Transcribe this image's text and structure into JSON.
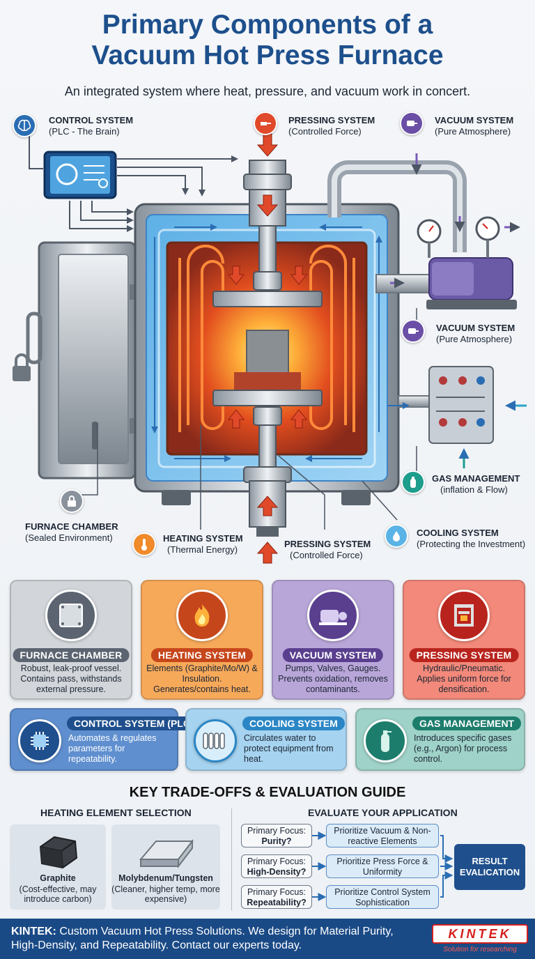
{
  "header": {
    "title_line1": "Primary Components of a",
    "title_line2": "Vacuum Hot Press Furnace",
    "subtitle": "An integrated system where heat, pressure, and vacuum work in concert."
  },
  "diagram_labels": {
    "control": {
      "title": "CONTROL SYSTEM",
      "sub": "(PLC - The Brain)"
    },
    "pressing_top": {
      "title": "PRESSING SYSTEM",
      "sub": "(Controlled Force)"
    },
    "vacuum_top": {
      "title": "VACUUM SYSTEM",
      "sub": "(Pure Atmosphere)"
    },
    "vacuum_mid": {
      "title": "VACUUM SYSTEM",
      "sub": "(Pure Atmosphere)"
    },
    "gas": {
      "title": "GAS MANAGEMENT",
      "sub": "(inflation & Flow)"
    },
    "cooling": {
      "title": "COOLING SYSTEM",
      "sub": "(Protecting the Investment)"
    },
    "chamber": {
      "title": "FURNACE CHAMBER",
      "sub": "(Sealed Environment)"
    },
    "heating": {
      "title": "HEATING SYSTEM",
      "sub": "(Thermal Energy)"
    },
    "pressing_bottom": {
      "title": "PRESSING SYSTEM",
      "sub": "(Controlled Force)"
    }
  },
  "cards": [
    {
      "title": "FURNACE CHAMBER",
      "desc": "Robust, leak-proof vessel. Contains pass, withstands external pressure.",
      "color": "#c9ccd0",
      "pill": "#5b6470",
      "icon": "steel-plate-icon"
    },
    {
      "title": "HEATING SYSTEM",
      "desc": "Elements (Graphite/Mo/W) & Insulation. Generates/contains heat.",
      "color": "#f7a95a",
      "pill": "#c6461b",
      "icon": "flame-icon"
    },
    {
      "title": "VACUUM SYSTEM",
      "desc": "Pumps, Valves, Gauges. Prevents oxidation, removes contaminants.",
      "color": "#b9a6d9",
      "pill": "#5a3f8f",
      "icon": "vacuum-pump-icon"
    },
    {
      "title": "PRESSING SYSTEM",
      "desc": "Hydraulic/Pneumatic. Applies uniform force for densification.",
      "color": "#f2897a",
      "pill": "#b8241d",
      "icon": "press-icon"
    }
  ],
  "wide_cards": [
    {
      "title": "CONTROL SYSTEM (PLC)",
      "desc": "Automates & regulates parameters for repeatability.",
      "color": "#5f8fcf",
      "pill": "#1f4f8c",
      "icon": "chip-icon"
    },
    {
      "title": "COOLING SYSTEM",
      "desc": "Circulates water to protect equipment from heat.",
      "color": "#a6d3f0",
      "pill": "#2b86c5",
      "icon": "radiator-icon"
    },
    {
      "title": "GAS MANAGEMENT",
      "desc": "Introduces specific gases (e.g., Argon) for process control.",
      "color": "#9fd2c8",
      "pill": "#1d7d6d",
      "icon": "gas-cylinder-icon"
    }
  ],
  "tradeoffs": {
    "heading": "KEY TRADE-OFFS & EVALUATION GUIDE",
    "heating_heading": "HEATING ELEMENT SELECTION",
    "evaluate_heading": "EVALUATE YOUR APPLICATION",
    "elements": [
      {
        "name": "Graphite",
        "desc": "(Cost-effective, may introduce carbon)",
        "icon": "graphite-block-icon"
      },
      {
        "name": "Molybdenum/Tungsten",
        "desc": "(Cleaner, higher temp, more expensive)",
        "icon": "metal-ingot-icon"
      }
    ],
    "rows": [
      {
        "focus_label": "Primary Focus:",
        "focus": "Purity?",
        "priority": "Prioritize Vacuum & Non-reactive Elements"
      },
      {
        "focus_label": "Primary Focus:",
        "focus": "High-Density?",
        "priority": "Prioritize Press Force & Uniformity"
      },
      {
        "focus_label": "Primary Focus:",
        "focus": "Repeatability?",
        "priority": "Prioritize Control System Sophistication"
      }
    ],
    "result": "RESULT EVALICATION"
  },
  "footer": {
    "brand": "KINTEK:",
    "text": " Custom Vacuum Hot Press Solutions. We design for Material Purity, High-Density, and Repeatability. Contact our experts today.",
    "logo": "KINTEK",
    "logo_tagline": "Solution for researching"
  }
}
